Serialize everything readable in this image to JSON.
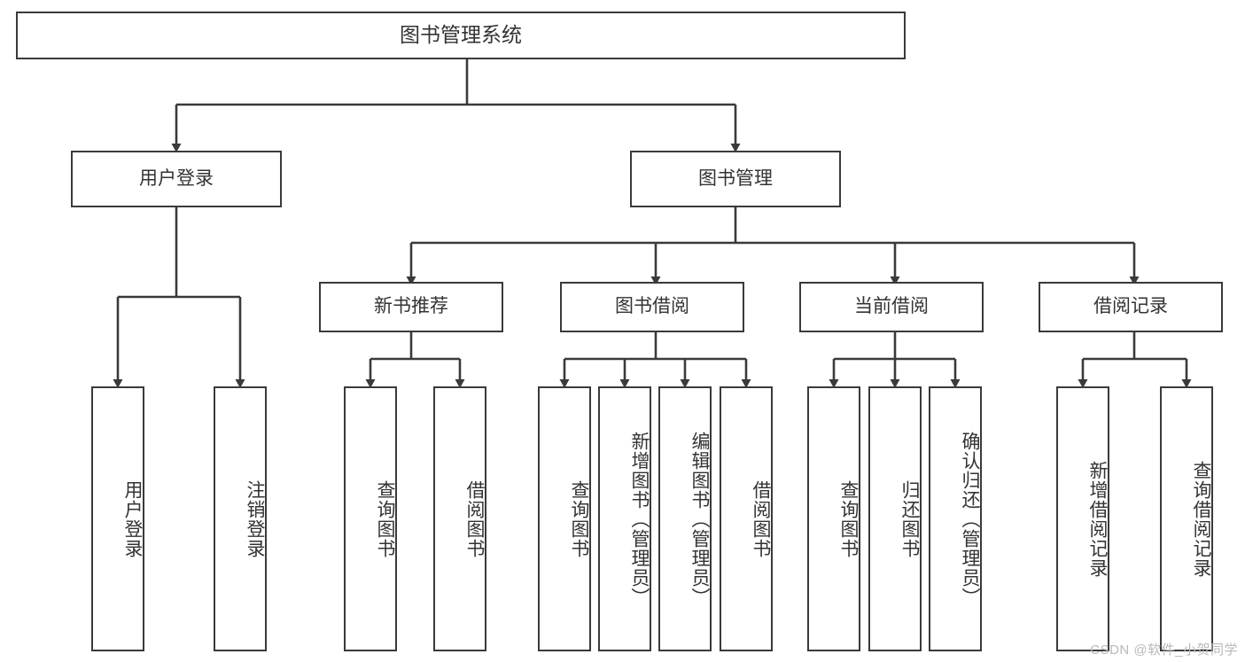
{
  "diagram": {
    "title": "图书管理系统",
    "type": "tree",
    "watermark": "CSDN @软件_小贺同学",
    "colors": {
      "box_border": "#3a3a3a",
      "box_fill": "#ffffff",
      "connector": "#3a3a3a",
      "text": "#333333",
      "watermark": "#b9b9b9",
      "background": "#ffffff"
    },
    "root": {
      "label": "图书管理系统"
    },
    "level1": [
      {
        "label": "用户登录"
      },
      {
        "label": "图书管理"
      }
    ],
    "level2": [
      {
        "label": "新书推荐"
      },
      {
        "label": "图书借阅"
      },
      {
        "label": "当前借阅"
      },
      {
        "label": "借阅记录"
      }
    ],
    "leaves": {
      "user_login": [
        {
          "label": "用户登录"
        },
        {
          "label": "注销登录"
        }
      ],
      "new_book": [
        {
          "label": "查询图书"
        },
        {
          "label": "借阅图书"
        }
      ],
      "book_borrow": [
        {
          "label": "查询图书"
        },
        {
          "label": "新增图书（管理员）"
        },
        {
          "label": "编辑图书（管理员）"
        },
        {
          "label": "借阅图书"
        }
      ],
      "current_borrow": [
        {
          "label": "查询图书"
        },
        {
          "label": "归还图书"
        },
        {
          "label": "确认归还（管理员）"
        }
      ],
      "borrow_record": [
        {
          "label": "新增借阅记录"
        },
        {
          "label": "查询借阅记录"
        }
      ]
    }
  }
}
